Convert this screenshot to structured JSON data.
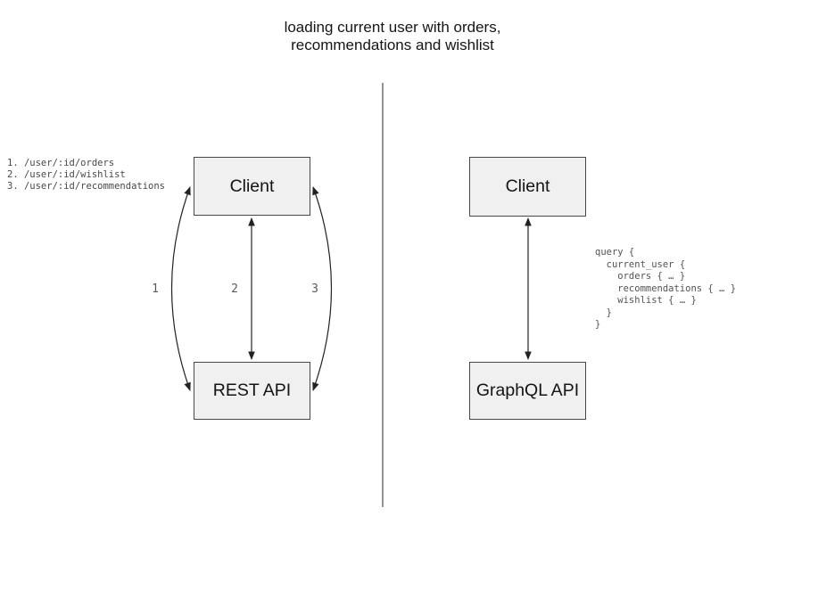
{
  "title": {
    "line1": "loading current user with orders,",
    "line2": "recommendations and wishlist"
  },
  "rest_panel": {
    "client_label": "Client",
    "api_label": "REST API",
    "endpoints": [
      "1. /user/:id/orders",
      "2. /user/:id/wishlist",
      "3. /user/:id/recommendations"
    ],
    "arrow_labels": [
      "1",
      "2",
      "3"
    ]
  },
  "graphql_panel": {
    "client_label": "Client",
    "api_label": "GraphQL API",
    "query_lines": [
      "query {",
      "  current_user {",
      "    orders { … }",
      "    recommendations { … }",
      "    wishlist { … }",
      "  }",
      "}"
    ]
  },
  "colors": {
    "box_fill": "#f0f0f0",
    "box_border": "#484848",
    "arrow": "#222222",
    "divider": "#707070",
    "code_text": "#525252",
    "label_text": "#5a5a5a",
    "title_text": "#151515"
  }
}
